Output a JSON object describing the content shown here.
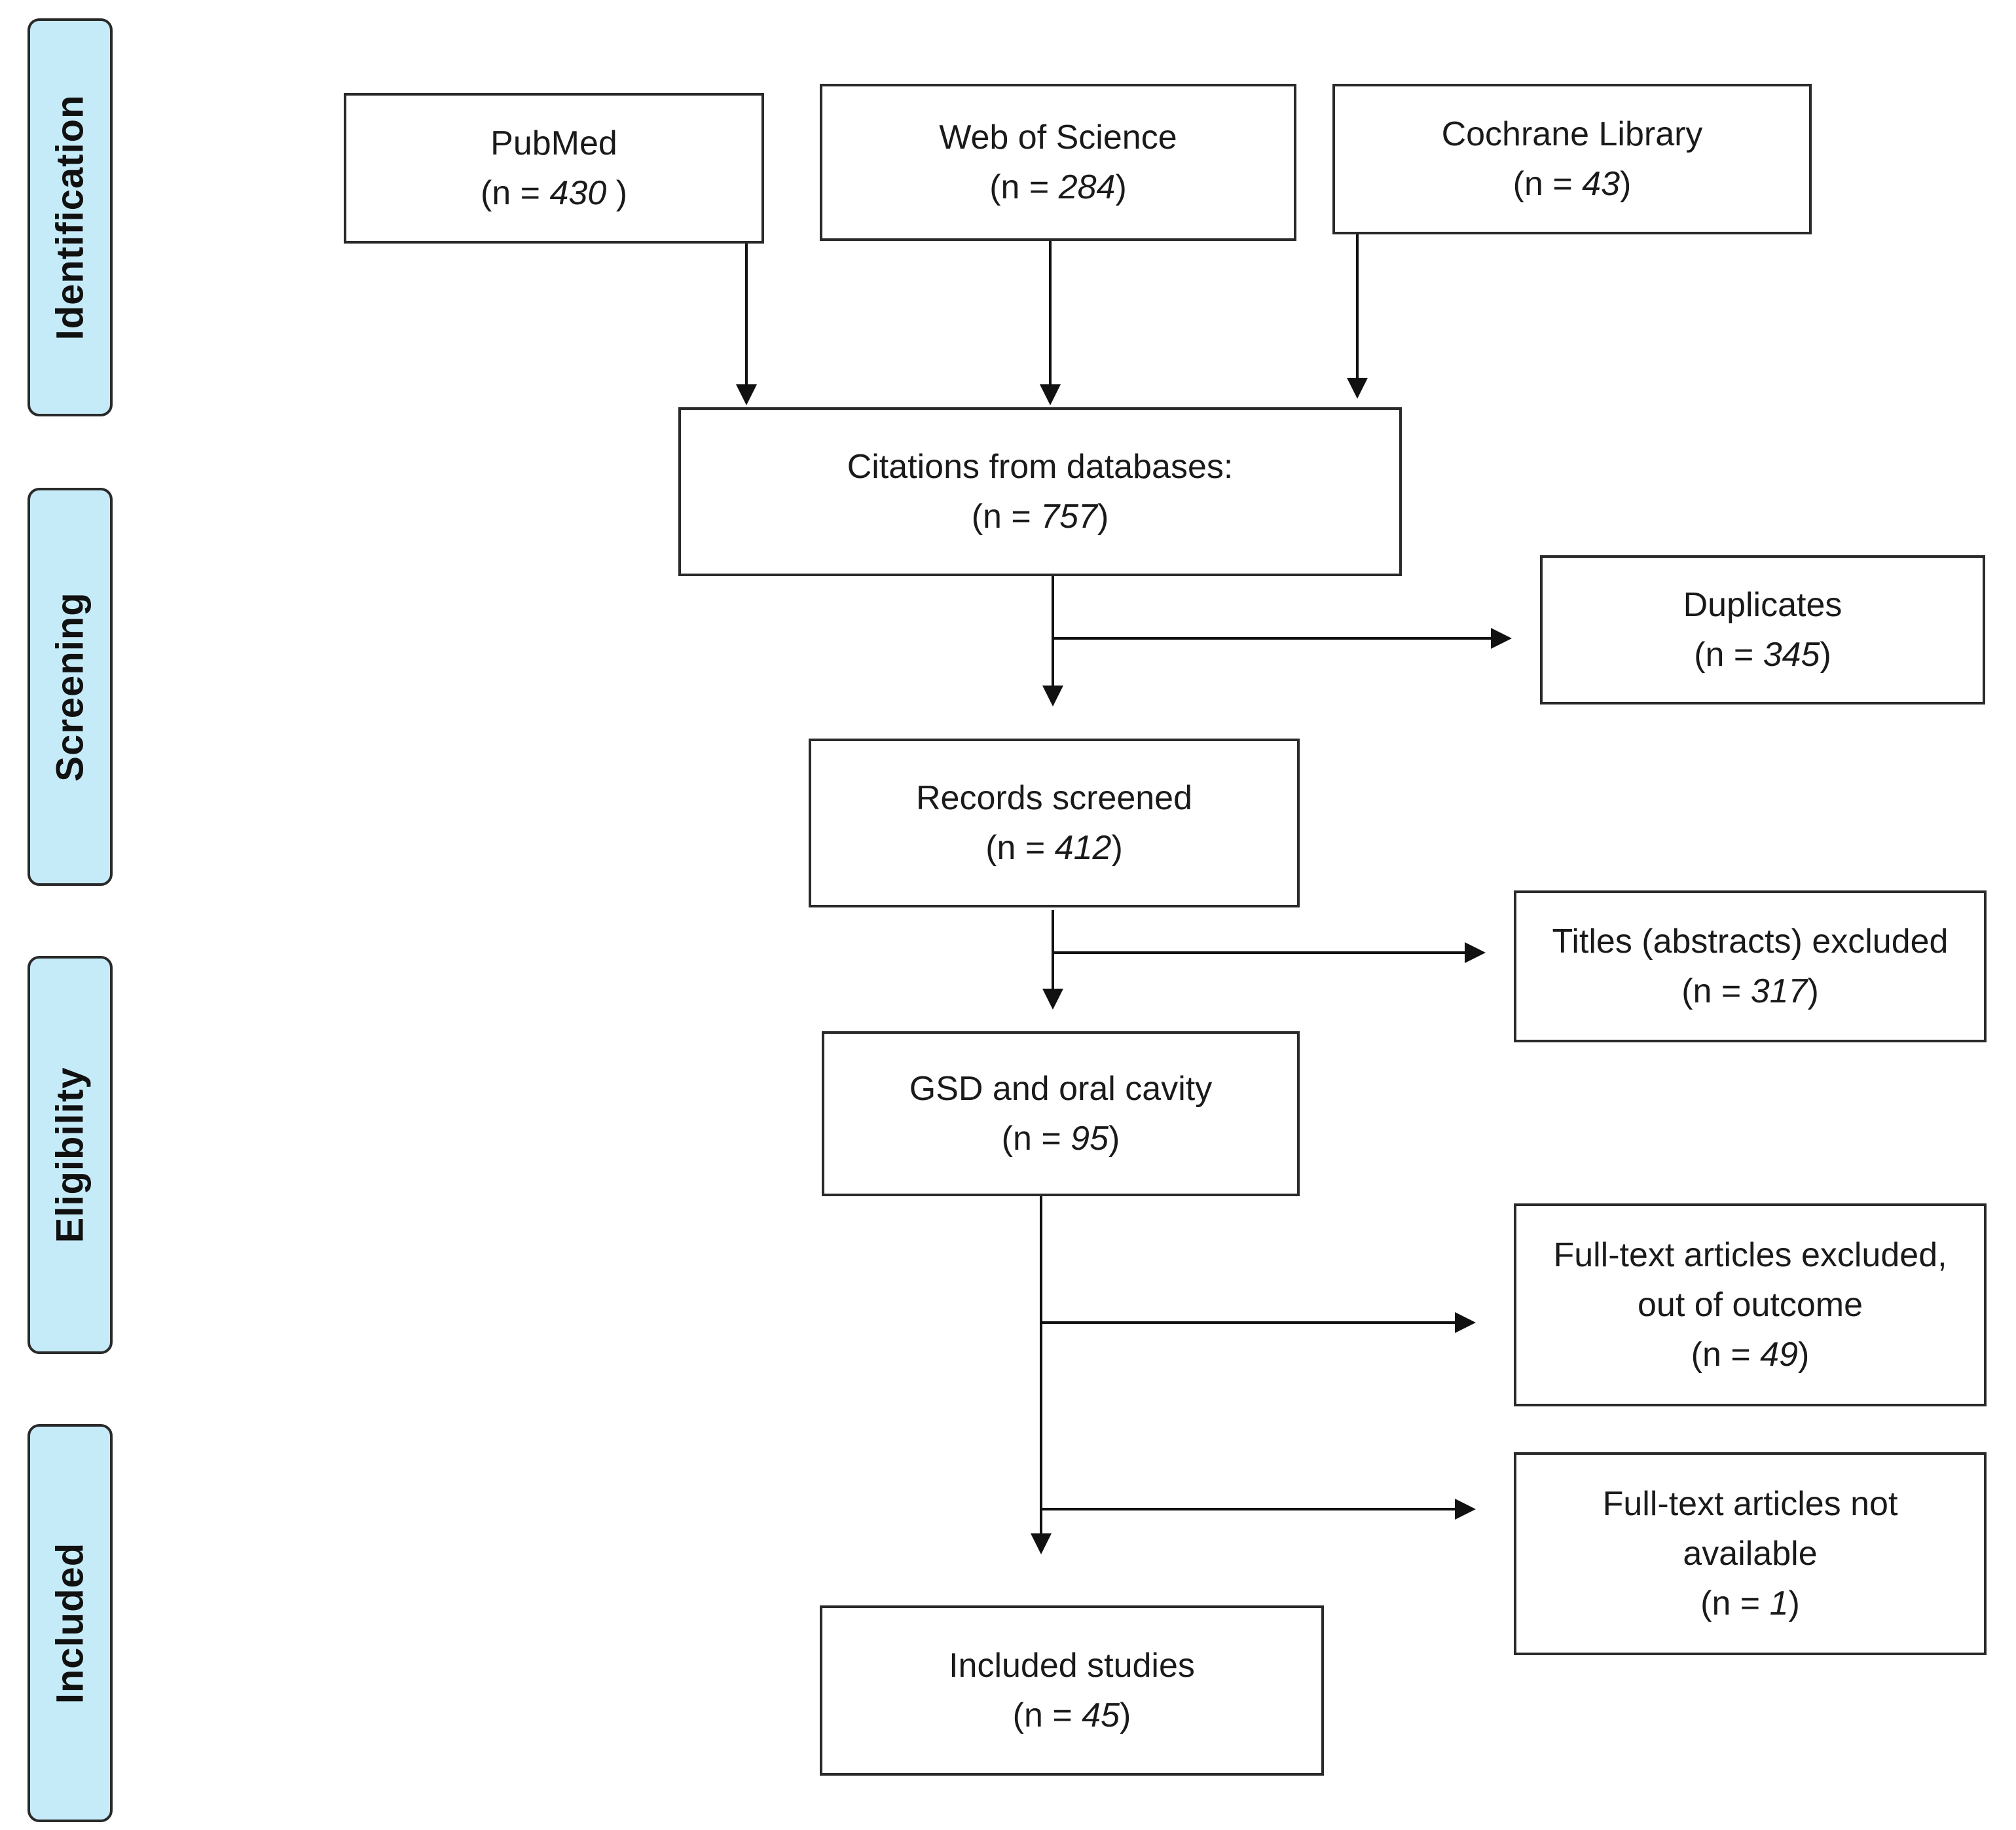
{
  "stages": [
    {
      "id": "identification",
      "label": "Identification"
    },
    {
      "id": "screening",
      "label": "Screening"
    },
    {
      "id": "eligibility",
      "label": "Eligibility"
    },
    {
      "id": "included",
      "label": "Included"
    }
  ],
  "boxes": {
    "pubmed": {
      "title": "PubMed",
      "prefix": "(n = ",
      "value": "430",
      "suffix": " )"
    },
    "web_of_science": {
      "title": "Web of Science",
      "prefix": "(n =  ",
      "value": "284",
      "suffix": ")"
    },
    "cochrane": {
      "title": "Cochrane Library",
      "prefix": "(n = ",
      "value": "43",
      "suffix": ")"
    },
    "citations": {
      "title": "Citations from databases:",
      "prefix": "(n = ",
      "value": "757",
      "suffix": ")"
    },
    "duplicates": {
      "title": "Duplicates",
      "prefix": "(n =  ",
      "value": "345",
      "suffix": ")"
    },
    "records_screened": {
      "title": "Records screened",
      "prefix": "(n =  ",
      "value": "412",
      "suffix": ")"
    },
    "titles_excluded": {
      "title": "Titles (abstracts) excluded",
      "prefix": "(n =  ",
      "value": "317",
      "suffix": ")"
    },
    "gsd_oral": {
      "title": "GSD and oral cavity",
      "prefix": "(n = ",
      "value": "95",
      "suffix": ")"
    },
    "fulltext_excluded": {
      "title_line1": "Full-text articles excluded,",
      "title_line2": "out of outcome",
      "prefix": "(n = ",
      "value": "49",
      "suffix": ")"
    },
    "fulltext_not_available": {
      "title_line1": "Full-text articles not",
      "title_line2": "available",
      "prefix": "(n = ",
      "value": "1",
      "suffix": ")"
    },
    "included_studies": {
      "title": "Included studies",
      "prefix": "(n = ",
      "value": "45",
      "suffix": ")"
    }
  }
}
